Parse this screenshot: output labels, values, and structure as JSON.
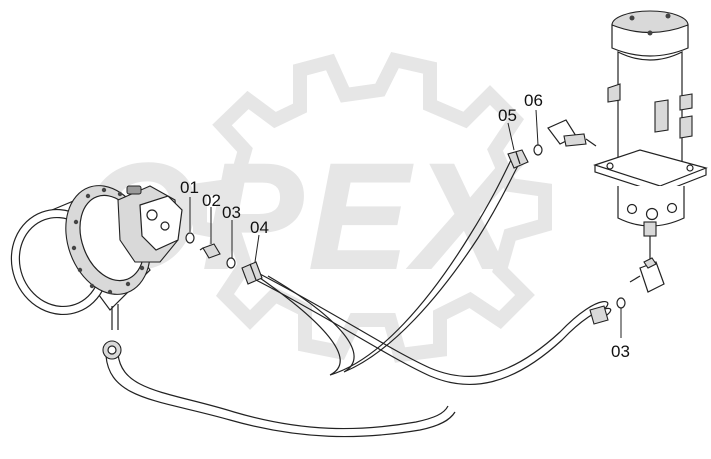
{
  "watermark": {
    "text": "OPEX",
    "color": "#e6e6e6"
  },
  "callouts": [
    {
      "id": "c01",
      "label": "01"
    },
    {
      "id": "c02",
      "label": "02"
    },
    {
      "id": "c03a",
      "label": "03"
    },
    {
      "id": "c04",
      "label": "04"
    },
    {
      "id": "c05",
      "label": "05"
    },
    {
      "id": "c06",
      "label": "06"
    },
    {
      "id": "c03b",
      "label": "03"
    }
  ],
  "colors": {
    "line": "#222222",
    "watermark": "#e6e6e6"
  }
}
